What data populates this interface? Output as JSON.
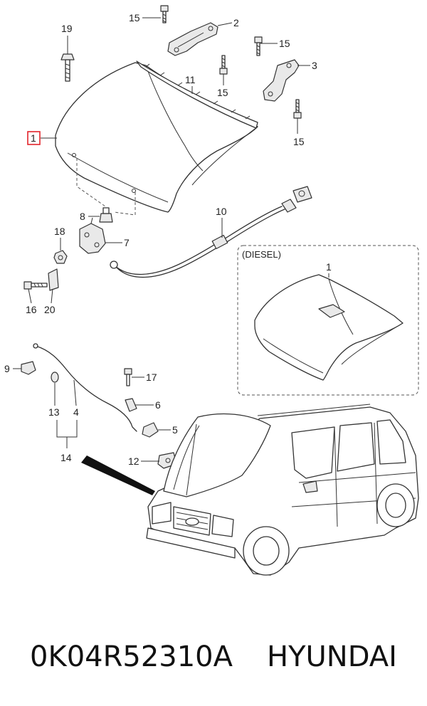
{
  "diagram": {
    "callouts": {
      "c1": "1",
      "c2": "2",
      "c3": "3",
      "c4": "4",
      "c5": "5",
      "c6": "6",
      "c7": "7",
      "c8": "8",
      "c9": "9",
      "c10": "10",
      "c11": "11",
      "c12": "12",
      "c13": "13",
      "c14": "14",
      "c15a": "15",
      "c15b": "15",
      "c15c": "15",
      "c15d": "15",
      "c16": "16",
      "c17": "17",
      "c18": "18",
      "c19": "19",
      "c20": "20",
      "c1_diesel": "1"
    },
    "inset_label": "(DIESEL)",
    "highlight_color": "#e2242b"
  },
  "caption": {
    "part_number": "0K04R52310A",
    "brand": "HYUNDAI"
  }
}
